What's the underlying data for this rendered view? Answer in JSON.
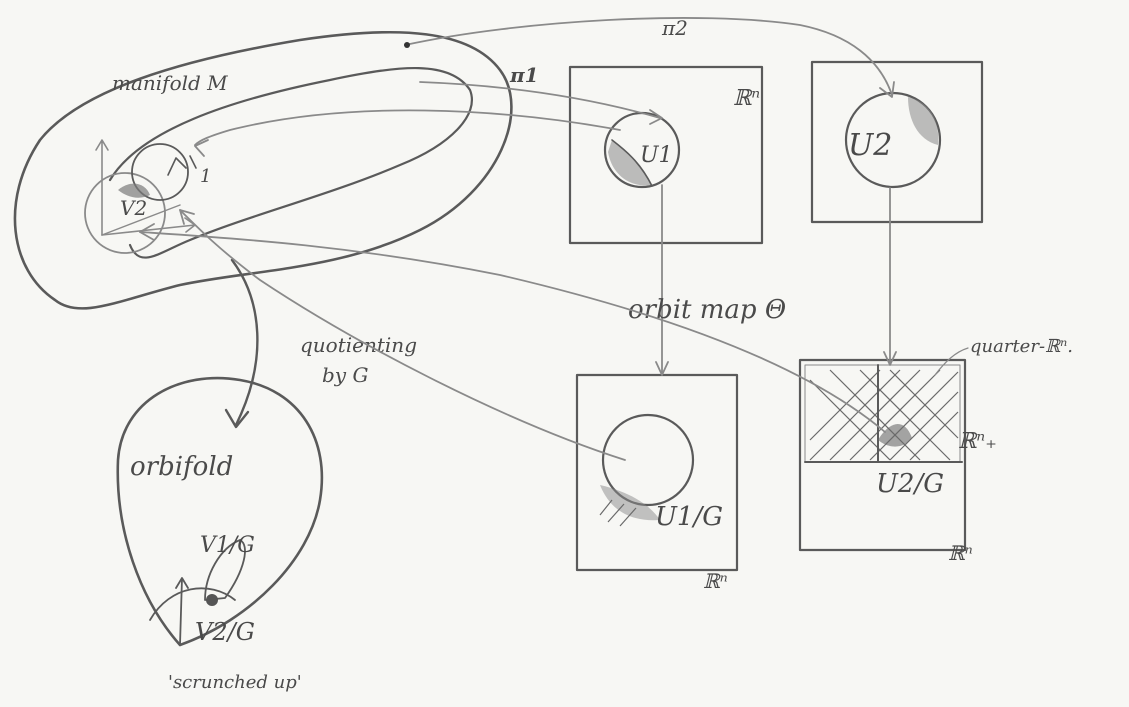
{
  "labels": {
    "manifold": "manifold M",
    "pi2": "π2",
    "pi1": "π1",
    "one": "1",
    "v2": "V2",
    "rn_top_left": "ℝⁿ",
    "rn_top_right": "ℝⁿ",
    "u1": "U1",
    "u2": "U2",
    "orbit_map": "orbit map Θ",
    "quotienting": "quotienting",
    "by_g": "by G",
    "orbifold": "orbifold",
    "v1g": "V1/G",
    "v2g": "V2/G",
    "scrunched": "'scrunched up'",
    "u1g": "U1/G",
    "u2g": "U2/G",
    "rn_bottom_left": "ℝⁿ",
    "rn_bottom_right": "ℝⁿ",
    "quarter_rn": "quarter-ℝⁿ.",
    "rn_plus": "ℝⁿ₊"
  },
  "colors": {
    "ink": "#5a5a5a",
    "paper": "#f7f7f4"
  }
}
